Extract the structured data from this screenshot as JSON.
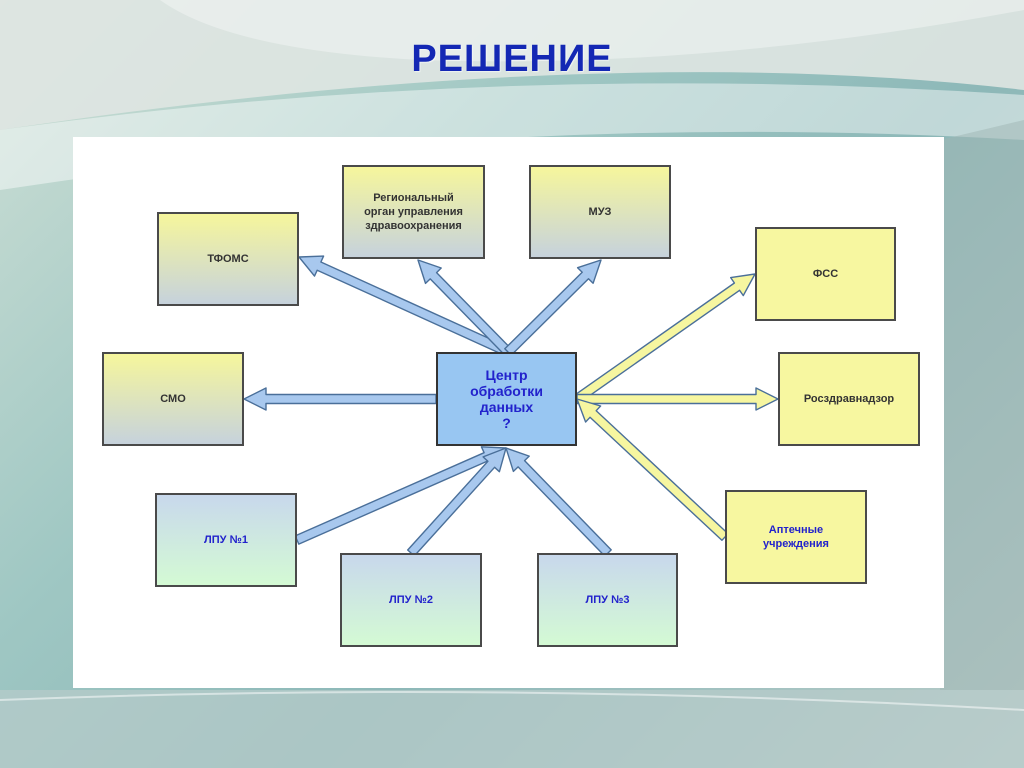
{
  "title": "РЕШЕНИЕ",
  "center": {
    "lines": [
      "Центр",
      "обработки",
      "данных",
      "?"
    ]
  },
  "nodes": {
    "tfoms": "ТФОМС",
    "regional": [
      "Региональный",
      "орган управления",
      "здравоохранения"
    ],
    "muz": "МУЗ",
    "fss": "ФСС",
    "smo": "СМО",
    "roszdrav": "Росздравнадзор",
    "apteki": [
      "Аптечные",
      "учреждения"
    ],
    "lpu1": "ЛПУ №1",
    "lpu2": "ЛПУ №2",
    "lpu3": "ЛПУ №3"
  },
  "colors": {
    "title": "#1428b4",
    "blue_arrow": "#a8c8ee",
    "yellow_arrow": "#f6f6a0",
    "center_fill": "#98c6f2",
    "box_yellow": "#f7f7a0"
  }
}
